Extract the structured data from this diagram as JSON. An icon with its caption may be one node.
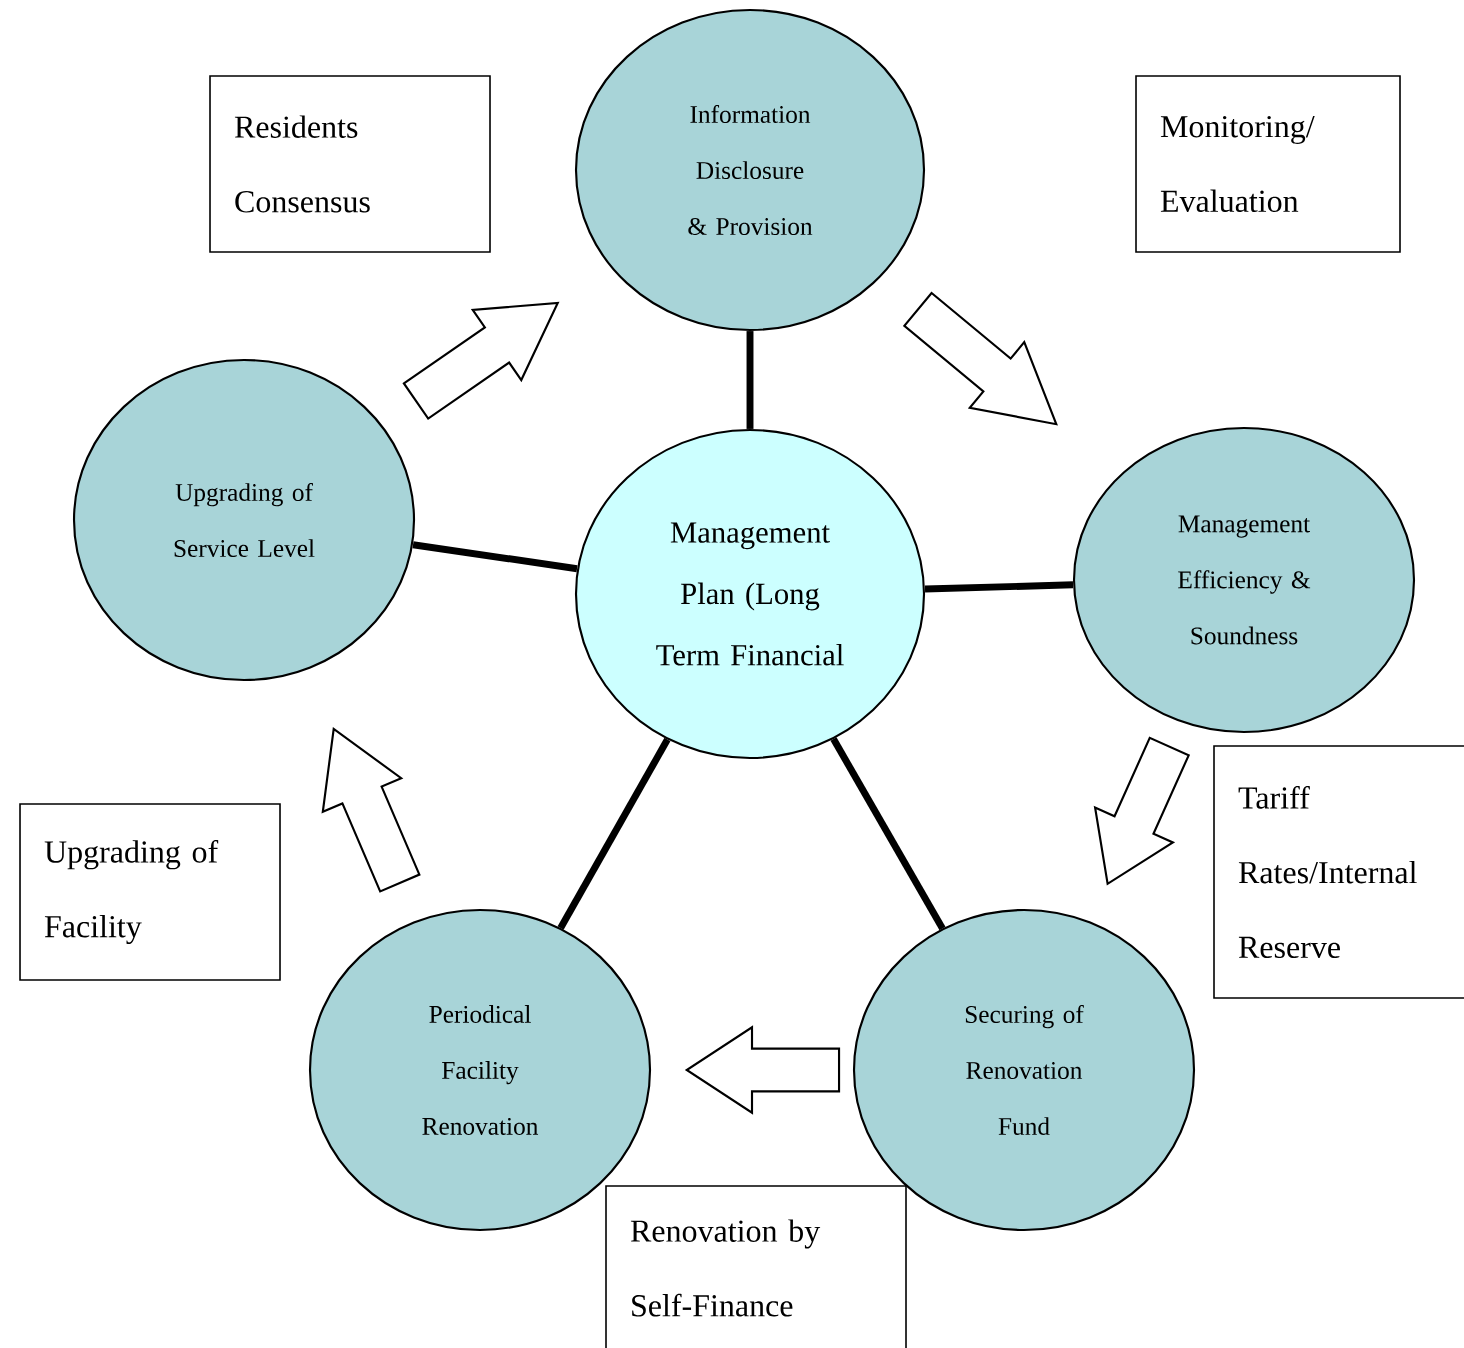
{
  "diagram": {
    "nodes": [
      {
        "text": [
          "Management Plan (Long Term Financial"
        ]
      },
      {
        "text": [
          "Information Disclosure & Provision"
        ]
      },
      {
        "text": [
          "Management Efficiency & Soundness"
        ]
      },
      {
        "text": [
          "Securing of Renovation Fund"
        ]
      },
      {
        "text": [
          "Periodical Facility Renovation"
        ]
      },
      {
        "text": [
          "Upgrading of Service Level"
        ]
      },
      {
        "text": [
          "Residents Consensus"
        ]
      },
      {
        "text": [
          "Monitoring/ Evaluation"
        ]
      },
      {
        "text": [
          "Tariff Rates/Internal Reserve"
        ]
      },
      {
        "text": [
          "Upgrading of Facility"
        ]
      },
      {
        "text": [
          "Renovation by Self-Finance"
        ]
      }
    ],
    "edges": [
      {
        "from": 0,
        "to": 1,
        "arrow": "none"
      },
      {
        "from": 0,
        "to": 2,
        "arrow": "none"
      },
      {
        "from": 0,
        "to": 3,
        "arrow": "none"
      },
      {
        "from": 0,
        "to": 4,
        "arrow": "none"
      },
      {
        "from": 0,
        "to": 5,
        "arrow": "none"
      },
      {
        "from": 5,
        "to": 1,
        "arrow": "to"
      },
      {
        "from": 1,
        "to": 2,
        "arrow": "to"
      },
      {
        "from": 2,
        "to": 3,
        "arrow": "to"
      },
      {
        "from": 3,
        "to": 4,
        "arrow": "to"
      },
      {
        "from": 4,
        "to": 5,
        "arrow": "to"
      }
    ]
  }
}
